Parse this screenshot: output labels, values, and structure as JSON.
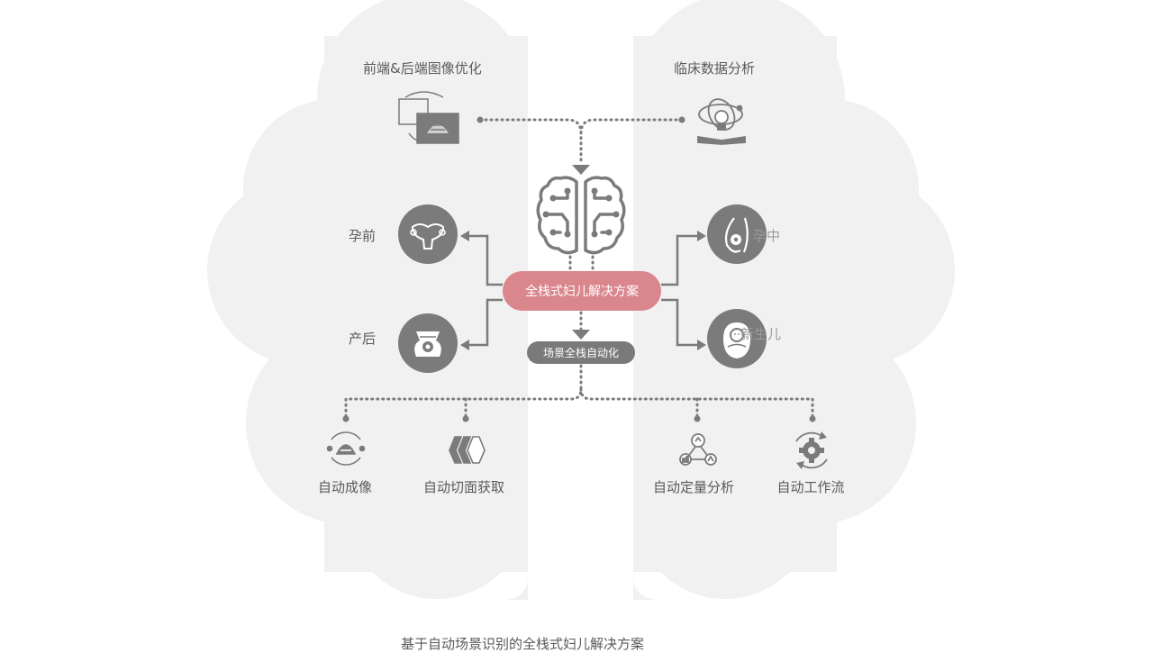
{
  "top": {
    "image_optimization": "前端&后端图像优化",
    "clinical_analysis": "临床数据分析"
  },
  "stages": {
    "pre_pregnancy": "孕前",
    "postpartum": "产后",
    "pregnancy": "孕中",
    "newborn": "新生儿"
  },
  "center": {
    "solution": "全栈式妇儿解决方案",
    "automation": "场景全栈自动化"
  },
  "bottom": {
    "auto_imaging": "自动成像",
    "auto_section": "自动切面获取",
    "auto_quant": "自动定量分析",
    "auto_workflow": "自动工作流"
  },
  "caption": "基于自动场景识别的全栈式妇儿解决方案",
  "colors": {
    "cloud": "#f1f1f1",
    "icon_circle": "#7b7b7b",
    "connector": "#7b7b7b",
    "accent_pill": "#d9868c",
    "secondary_pill": "#7a7a7a"
  }
}
